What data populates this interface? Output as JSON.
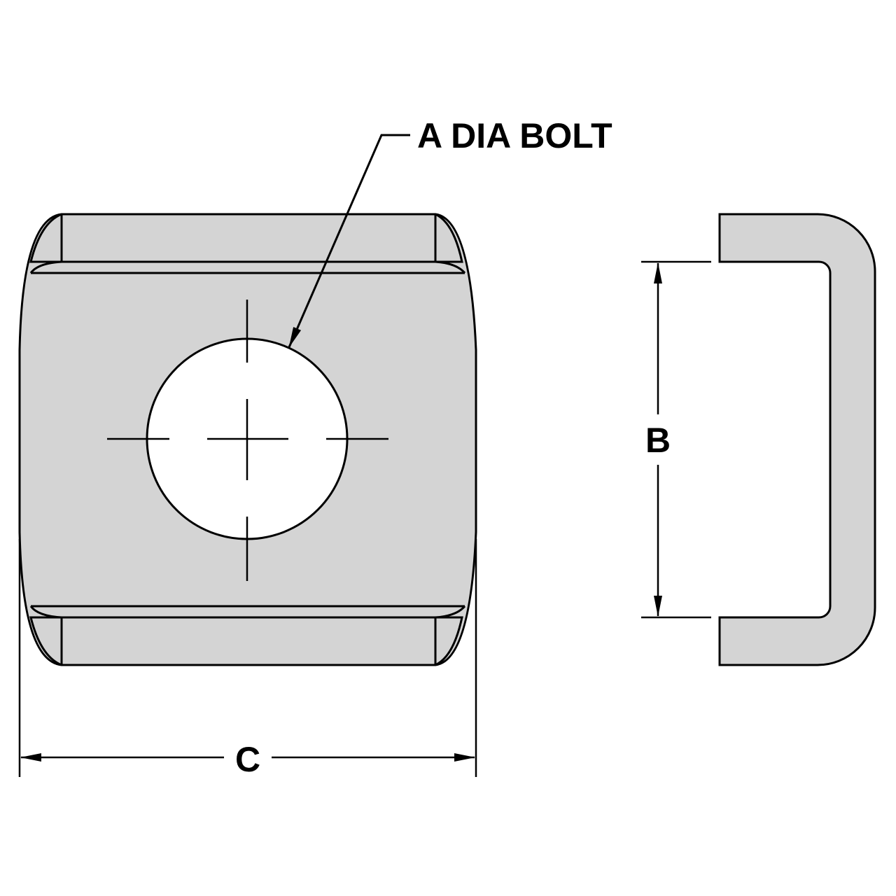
{
  "labels": {
    "bolt": "A DIA BOLT",
    "height": "B",
    "width": "C"
  },
  "colors": {
    "fill": "#d4d4d4",
    "stroke": "#000000",
    "hole": "#ffffff"
  }
}
